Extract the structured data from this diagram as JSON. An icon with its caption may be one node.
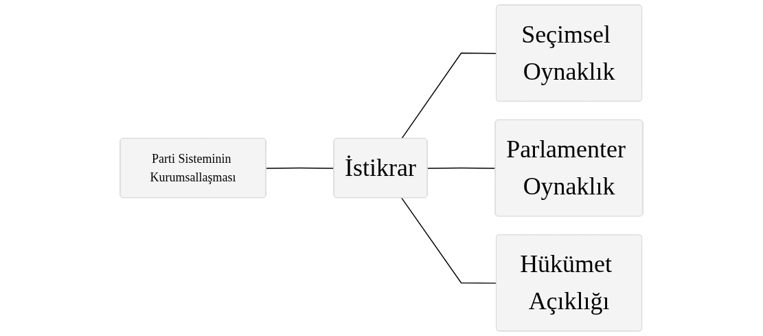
{
  "diagram": {
    "nodes": [
      {
        "text": [
          "Parti Sisteminin Kurumsallaşması"
        ]
      },
      {
        "text": [
          "İstikrar"
        ]
      },
      {
        "text": [
          "Seçimsel Oynaklık"
        ]
      },
      {
        "text": [
          "Parlamenter Oynaklık"
        ]
      },
      {
        "text": [
          "Hükümet Açıklığı"
        ]
      }
    ],
    "edges": [
      {
        "from": 0,
        "to": 1,
        "arrow": "none"
      },
      {
        "from": 1,
        "to": 2,
        "arrow": "none"
      },
      {
        "from": 1,
        "to": 3,
        "arrow": "none"
      },
      {
        "from": 1,
        "to": 4,
        "arrow": "none"
      }
    ]
  }
}
